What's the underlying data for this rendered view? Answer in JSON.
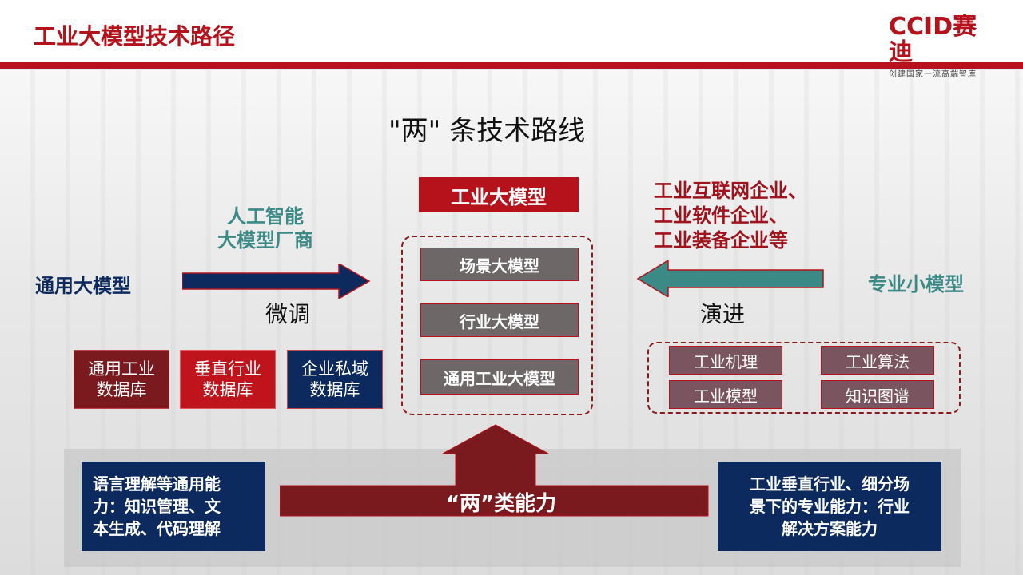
{
  "header": {
    "title": "工业大模型技术路径",
    "logo_main": "CCID",
    "logo_cn": "赛迪",
    "logo_sub": "创建国家一流高端智库"
  },
  "diagram": {
    "heading": "\"两\" 条技术路线",
    "center_title": "工业大模型",
    "center_items": [
      "场景大模型",
      "行业大模型",
      "通用工业大模型"
    ],
    "left": {
      "vendor_line1": "人工智能",
      "vendor_line2": "大模型厂商",
      "source": "通用大模型",
      "action": "微调",
      "databases": [
        {
          "line1": "通用工业",
          "line2": "数据库",
          "color": "#7a1a1f"
        },
        {
          "line1": "垂直行业",
          "line2": "数据库",
          "color": "#c0141c"
        },
        {
          "line1": "企业私域",
          "line2": "数据库",
          "color": "#0d2a5e"
        }
      ]
    },
    "right": {
      "enterprises": [
        "工业互联网企业、",
        "工业软件企业、",
        "工业装备企业等"
      ],
      "source": "专业小模型",
      "action": "演进",
      "knowledge": [
        "工业机理",
        "工业算法",
        "工业模型",
        "知识图谱"
      ]
    },
    "bottom": {
      "capability_label": "“两”类能力",
      "left_text": [
        "语言理解等通用能",
        "力：知识管理、文",
        "本生成、代码理解"
      ],
      "right_text": [
        "工业垂直行业、细分场",
        "景下的专业能力：行业",
        "解决方案能力"
      ]
    },
    "colors": {
      "brand_red": "#b5121b",
      "navy": "#0d2a5e",
      "teal": "#3c8a86",
      "dark_red_arrow": "#7a1a1f",
      "teal_arrow": "#3c8a86"
    }
  }
}
